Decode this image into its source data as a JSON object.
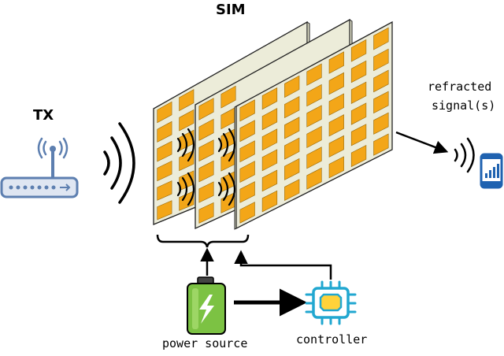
{
  "labels": {
    "sim": "SIM",
    "tx": "TX",
    "refracted_line1": "refracted",
    "refracted_line2": "signal(s)",
    "power_source": "power source",
    "controller": "controller"
  },
  "colors": {
    "element": "#f3a618",
    "panel": "#ececd9",
    "battery": "#7cc243",
    "chip": "#21a7d0",
    "chip_core": "#ffd23a",
    "router": "#5d7fb0",
    "phone": "#1f62b0",
    "stroke": "#222222"
  },
  "icons": [
    "router-icon",
    "battery-icon",
    "chip-icon",
    "phone-icon",
    "wave-icon",
    "arrow-icon"
  ]
}
